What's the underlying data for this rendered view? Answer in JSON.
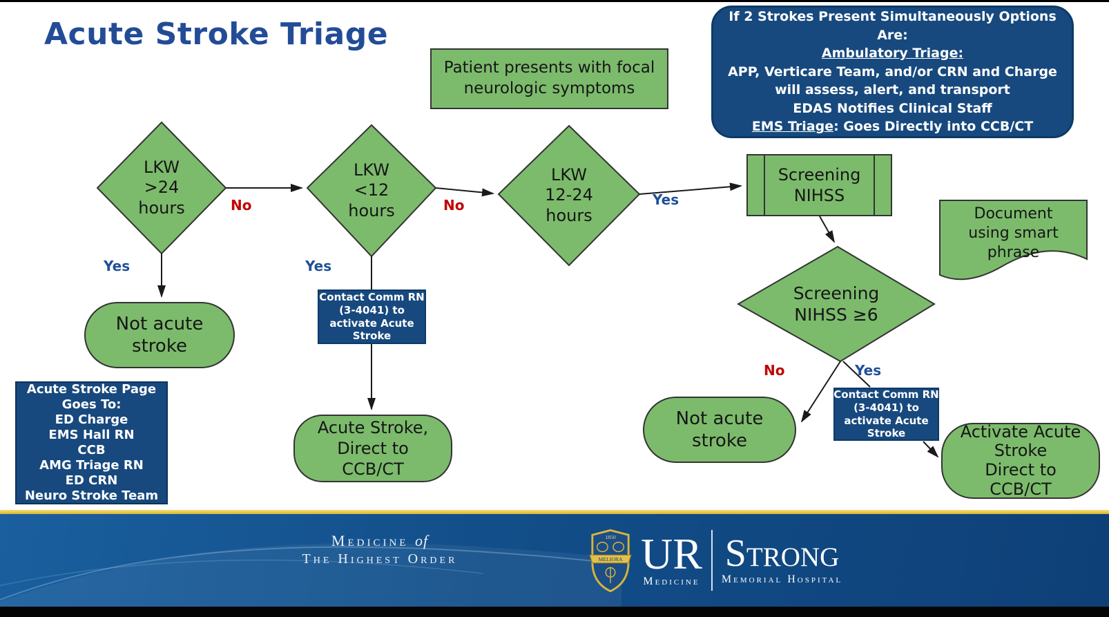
{
  "title": "Acute Stroke Triage",
  "colors": {
    "node_green": "#7cbb6c",
    "box_blue": "#17497e",
    "title_blue": "#234c97",
    "yes_blue": "#1f5096",
    "no_red": "#c00404",
    "banner_blue": "#124e89",
    "gold_line": "#dcb52e"
  },
  "flowchart": {
    "patient_box": {
      "lines": [
        "Patient presents with focal",
        "neurologic symptoms"
      ]
    },
    "info_box": {
      "l1": "If 2 Strokes Present Simultaneously Options",
      "l2": "Are:",
      "l3": "Ambulatory Triage:",
      "l4": "APP, Verticare Team, and/or CRN and Charge",
      "l5": "will assess, alert, and transport",
      "l6": "EDAS Notifies Clinical Staff",
      "l7_underlined": "EMS Triage",
      "l7_rest": ": Goes Directly into CCB/CT"
    },
    "decision_lkw_gt24": {
      "lines": [
        "LKW",
        ">24",
        "hours"
      ]
    },
    "decision_lkw_lt12": {
      "lines": [
        "LKW",
        "<12",
        "hours"
      ]
    },
    "decision_lkw_12_24": {
      "lines": [
        "LKW",
        "12-24",
        "hours"
      ]
    },
    "process_screening_nihss": {
      "lines": [
        "Screening",
        "NIHSS"
      ]
    },
    "decision_screening_nihss_ge6": {
      "lines": [
        "Screening",
        "NIHSS ≥6"
      ]
    },
    "document_smart_phrase": {
      "lines": [
        "Document",
        "using smart",
        "phrase"
      ]
    },
    "terminal_not_acute_1": {
      "lines": [
        "Not acute",
        "stroke"
      ]
    },
    "process_contact_comm_rn_1": {
      "lines": [
        "Contact Comm RN",
        "(3-4041) to",
        "activate Acute",
        "Stroke"
      ]
    },
    "terminal_acute_direct": {
      "lines": [
        "Acute Stroke,",
        "Direct to",
        "CCB/CT"
      ]
    },
    "note_acute_stroke_page": {
      "lines": [
        "Acute Stroke Page",
        "Goes To:",
        "ED Charge",
        "EMS Hall RN",
        "CCB",
        "AMG Triage RN",
        "ED CRN",
        "Neuro Stroke Team"
      ]
    },
    "terminal_not_acute_2": {
      "lines": [
        "Not acute",
        "stroke"
      ]
    },
    "process_contact_comm_rn_2": {
      "lines": [
        "Contact Comm RN",
        "(3-4041) to",
        "activate Acute",
        "Stroke"
      ]
    },
    "terminal_activate_acute": {
      "lines": [
        "Activate Acute",
        "Stroke",
        "Direct to",
        "CCB/CT"
      ]
    },
    "edge_labels": {
      "no1": "No",
      "yes1": "Yes",
      "no2": "No",
      "yes2": "Yes",
      "yes3": "Yes",
      "no4": "No",
      "yes4": "Yes"
    }
  },
  "footer": {
    "tagline_line1_caps": "Medicine",
    "tagline_line1_of": "of",
    "tagline_line2": "The Highest Order",
    "crest_year": "1850",
    "crest_motto": "MELIORA",
    "ur": "UR",
    "ur_sub": "Medicine",
    "strong": "Strong",
    "strong_sub": "Memorial Hospital"
  }
}
